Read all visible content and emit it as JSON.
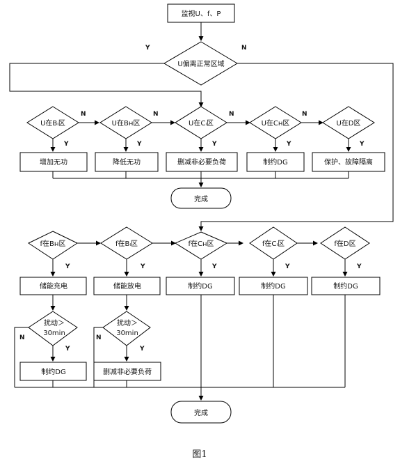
{
  "start": "监视U、f、P",
  "u_decision": "U偏离正常区域",
  "u_checks": [
    "U在Bₗ区",
    "U在Bʜ区",
    "U在Cₗ区",
    "U在Cʜ区",
    "U在D区"
  ],
  "u_actions": [
    "增加无功",
    "降低无功",
    "删减非必要负荷",
    "制约DG",
    "保护、故障隔离"
  ],
  "done1": "完成",
  "f_checks": [
    "f在Bʜ区",
    "f在Bₗ区",
    "f在Cʜ区",
    "f在Cₗ区",
    "f在D区"
  ],
  "f_actions": [
    "储能充电",
    "储能放电",
    "制约DG",
    "制约DG",
    "制约DG"
  ],
  "disturb": [
    "扰动＞",
    "30min"
  ],
  "sub_actions": [
    "制约DG",
    "删减非必要负荷"
  ],
  "done2": "完成",
  "caption": "图1",
  "yes": "Y",
  "no": "N"
}
